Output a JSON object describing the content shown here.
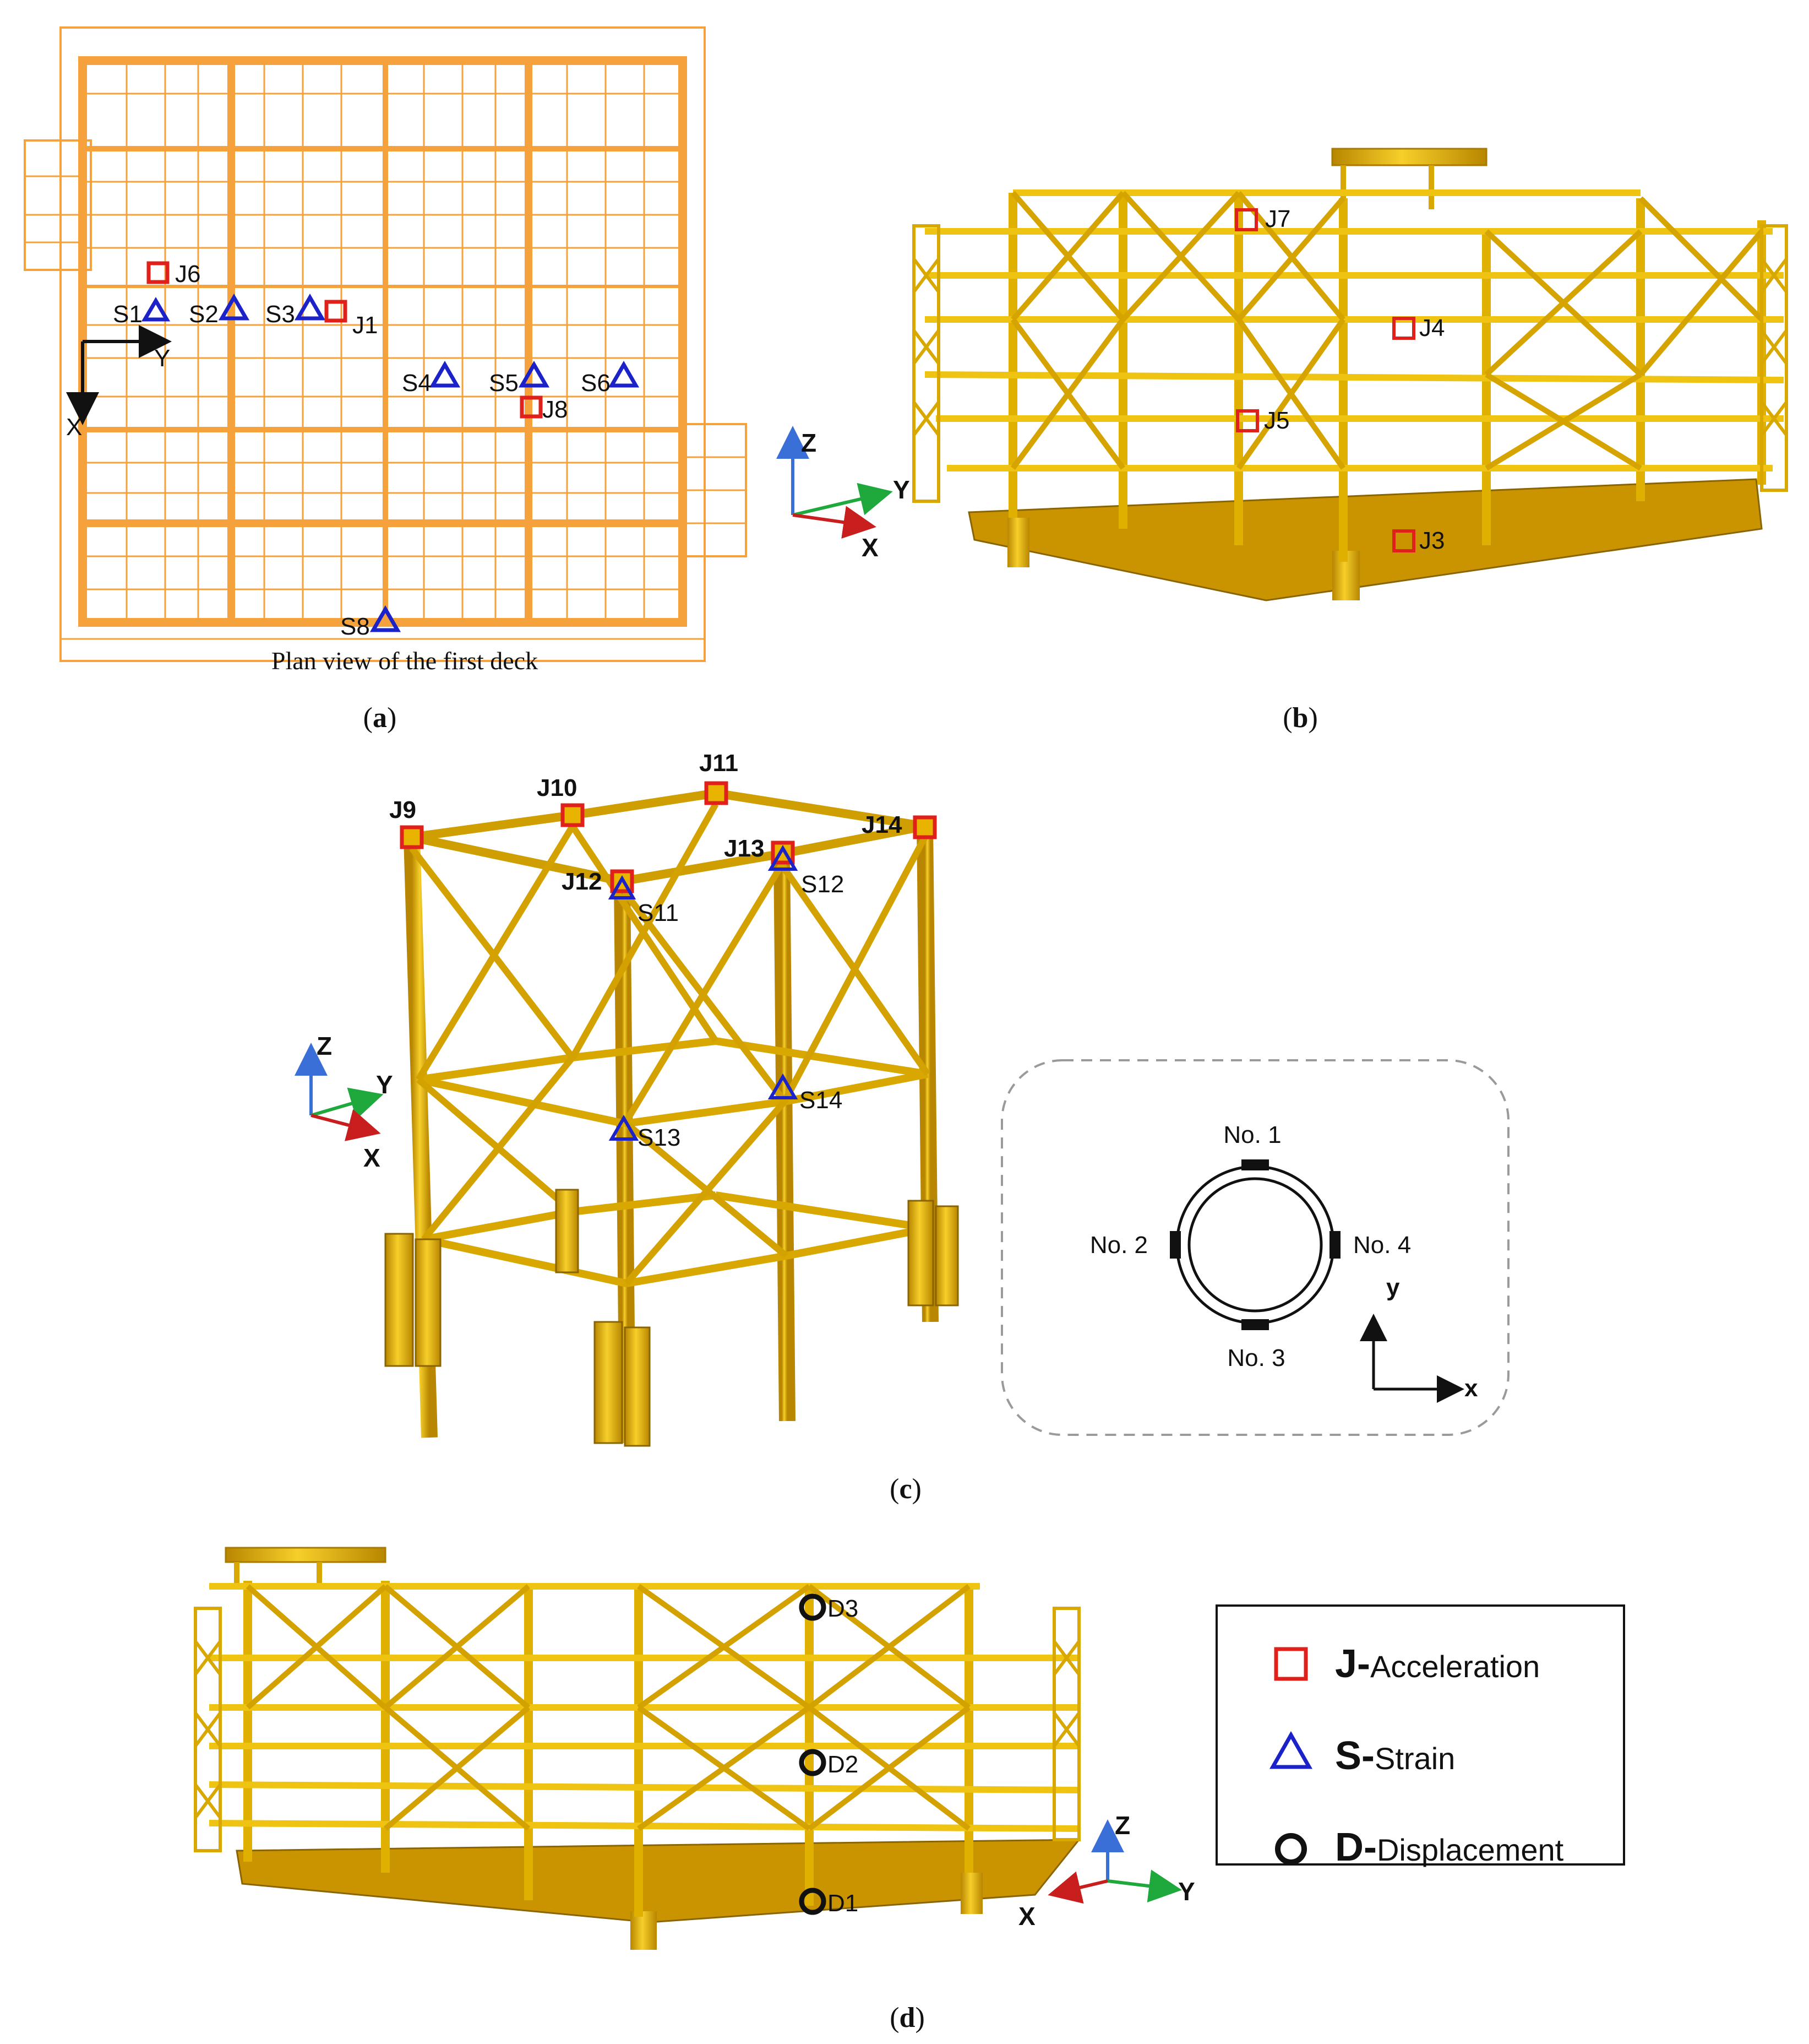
{
  "panels": {
    "a": {
      "caption": "(a)",
      "caption_letter": "a",
      "plan_title": "Plan view of the first deck",
      "axis_y": "Y",
      "axis_x": "X",
      "sensors": [
        "J6",
        "S1",
        "S2",
        "S3",
        "J1",
        "S4",
        "S5",
        "S6",
        "J8",
        "S8"
      ]
    },
    "b": {
      "caption": "(b)",
      "caption_letter": "b",
      "axis_z": "Z",
      "axis_y": "Y",
      "axis_x": "X",
      "sensors": [
        "J7",
        "J4",
        "J5",
        "J3"
      ]
    },
    "c": {
      "caption": "(c)",
      "caption_letter": "c",
      "axis_z": "Z",
      "axis_y": "Y",
      "axis_x": "X",
      "sensors": [
        "J9",
        "J10",
        "J11",
        "J12",
        "J13",
        "J14",
        "S11",
        "S12",
        "S13",
        "S14"
      ],
      "gauge_inset": {
        "no1": "No. 1",
        "no2": "No. 2",
        "no3": "No. 3",
        "no4": "No. 4",
        "axis_y": "y",
        "axis_x": "x"
      }
    },
    "d": {
      "caption": "(d)",
      "caption_letter": "d",
      "axis_z": "Z",
      "axis_y": "Y",
      "axis_x": "X",
      "sensors": [
        "D3",
        "D2",
        "D1"
      ]
    }
  },
  "legend": {
    "items": [
      {
        "symbol": "square",
        "letter": "J-",
        "text": "Acceleration"
      },
      {
        "symbol": "triangle",
        "letter": "S-",
        "text": "Strain"
      },
      {
        "symbol": "circle",
        "letter": "D-",
        "text": "Displacement"
      }
    ]
  },
  "colors": {
    "plan_orange": "#f5a23c",
    "structure_yellow": "#e8b400",
    "structure_dark": "#a87a00",
    "accel_red": "#e0201b",
    "strain_blue": "#1a22c8",
    "disp_black": "#111111",
    "axis_blue": "#3a6fd8",
    "axis_green": "#1fa83c",
    "axis_red": "#c81e1e"
  }
}
